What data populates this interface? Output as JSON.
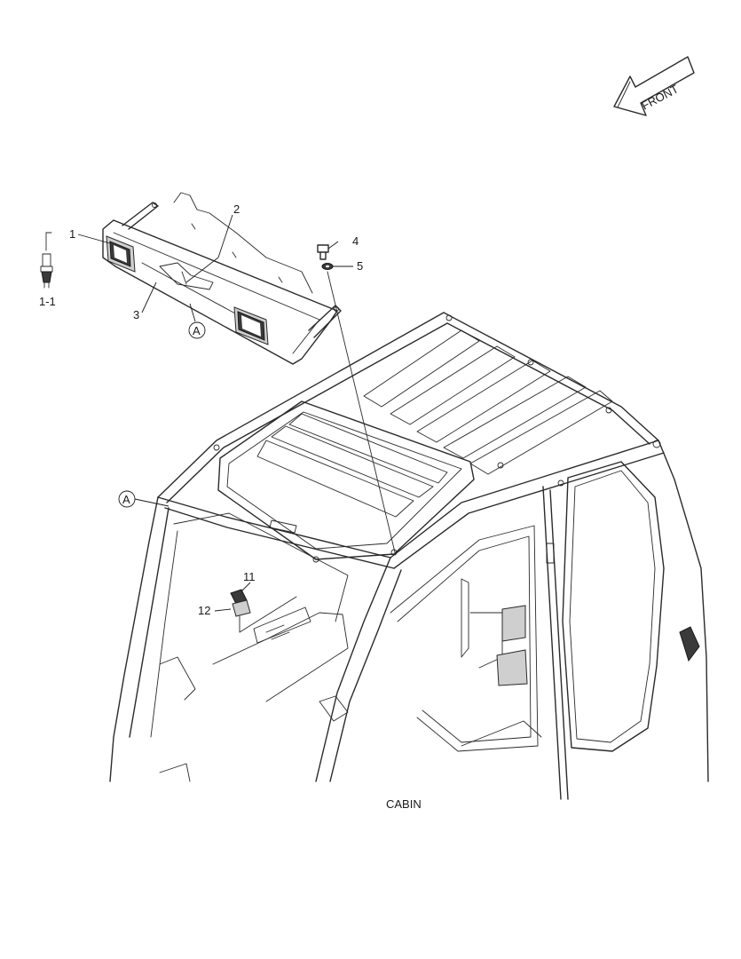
{
  "diagram": {
    "caption": "CABIN",
    "direction_label": "FRONT",
    "callouts": [
      {
        "id": "1",
        "text": "1"
      },
      {
        "id": "1-1",
        "text": "1-1"
      },
      {
        "id": "2",
        "text": "2"
      },
      {
        "id": "3",
        "text": "3"
      },
      {
        "id": "4",
        "text": "4"
      },
      {
        "id": "5",
        "text": "5"
      },
      {
        "id": "11",
        "text": "11"
      },
      {
        "id": "12",
        "text": "12"
      }
    ],
    "reference_marker": "A"
  }
}
